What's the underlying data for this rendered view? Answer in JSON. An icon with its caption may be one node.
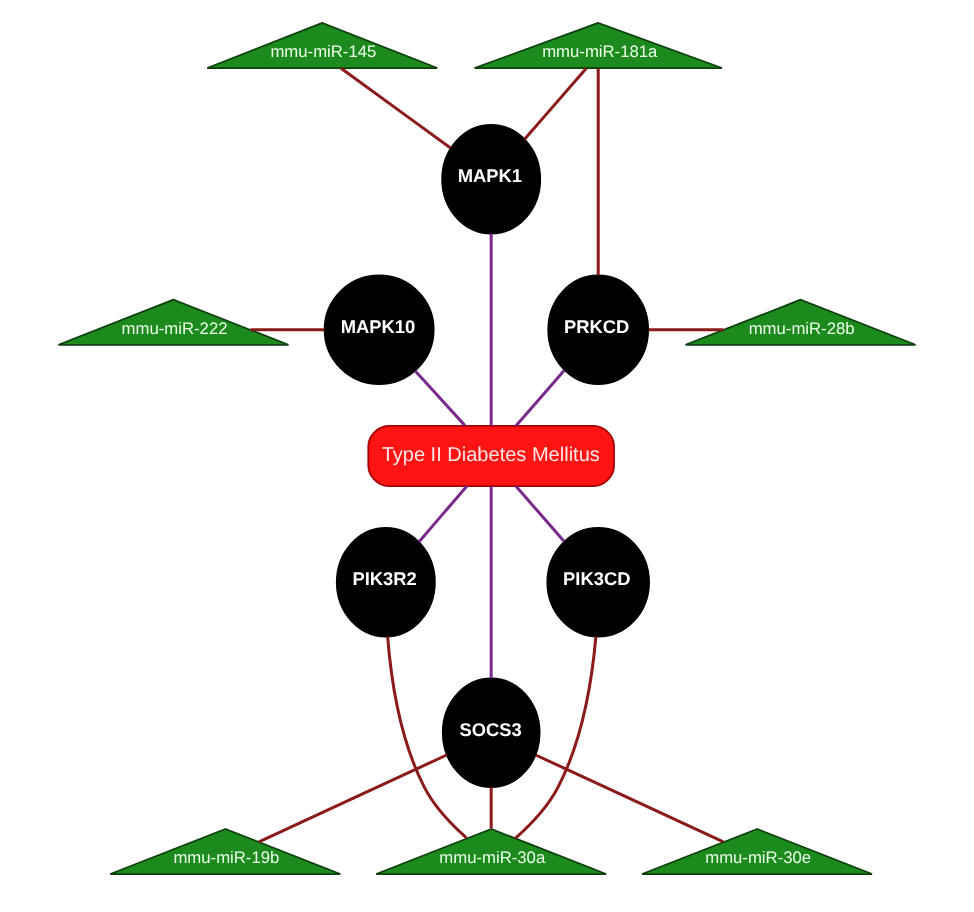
{
  "diagram": {
    "nodes": [
      {
        "text": [
          "mmu-miR-145"
        ]
      },
      {
        "text": [
          "mmu-miR-181a"
        ]
      },
      {
        "text": [
          "MAPK1"
        ]
      },
      {
        "text": [
          "mmu-miR-222"
        ]
      },
      {
        "text": [
          "MAPK10"
        ]
      },
      {
        "text": [
          "PRKCD"
        ]
      },
      {
        "text": [
          "mmu-miR-28b"
        ]
      },
      {
        "text": [
          "Type II Diabetes Mellitus"
        ]
      },
      {
        "text": [
          "PIK3R2"
        ]
      },
      {
        "text": [
          "PIK3CD"
        ]
      },
      {
        "text": [
          "SOCS3"
        ]
      },
      {
        "text": [
          "mmu-miR-19b"
        ]
      },
      {
        "text": [
          "mmu-miR-30e"
        ]
      },
      {
        "text": [
          "mmu-miR-30a"
        ]
      }
    ],
    "edges": [
      {
        "from": 0,
        "to": 2,
        "arrow": "none"
      },
      {
        "from": 1,
        "to": 2,
        "arrow": "none"
      },
      {
        "from": 1,
        "to": 5,
        "arrow": "none"
      },
      {
        "from": 3,
        "to": 4,
        "arrow": "none"
      },
      {
        "from": 5,
        "to": 6,
        "arrow": "none"
      },
      {
        "from": 4,
        "to": 7,
        "arrow": "none",
        "color": "#7a2a8c"
      },
      {
        "from": 2,
        "to": 7,
        "arrow": "none",
        "color": "#7a2a8c"
      },
      {
        "from": 5,
        "to": 7,
        "arrow": "none",
        "color": "#7a2a8c"
      },
      {
        "from": 7,
        "to": 8,
        "arrow": "none",
        "color": "#7a2a8c"
      },
      {
        "from": 7,
        "to": 9,
        "arrow": "none",
        "color": "#7a2a8c"
      },
      {
        "from": 7,
        "to": 10,
        "arrow": "none",
        "color": "#7a2a8c"
      },
      {
        "from": 8,
        "to": 13,
        "arrow": "none"
      },
      {
        "from": 10,
        "to": 11,
        "arrow": "none"
      },
      {
        "from": 10,
        "to": 13,
        "arrow": "none"
      },
      {
        "from": 10,
        "to": 12,
        "arrow": "none"
      },
      {
        "from": 9,
        "to": 13,
        "arrow": "none"
      }
    ]
  }
}
